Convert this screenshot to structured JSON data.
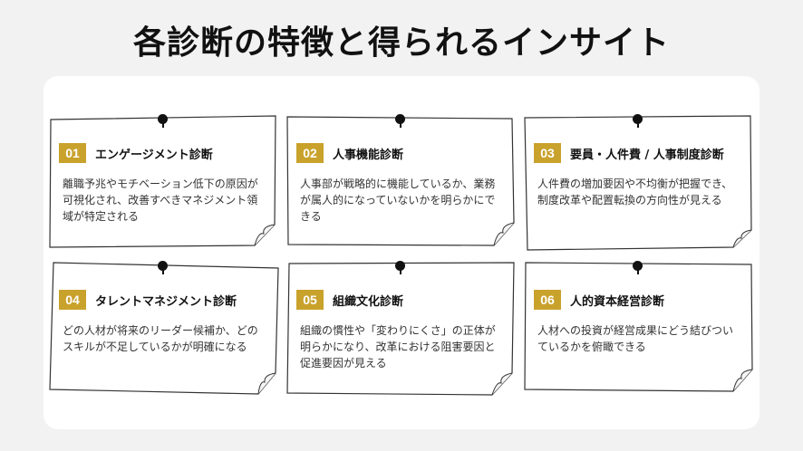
{
  "title": "各診断の特徴と得られるインサイト",
  "cards": [
    {
      "number": "01",
      "heading": "エンゲージメント診断",
      "text": "離職予兆やモチベーション低下の原因が可視化され、改善すべきマネジメント領域が特定される"
    },
    {
      "number": "02",
      "heading": "人事機能診断",
      "text": "人事部が戦略的に機能しているか、業務が属人的になっていないかを明らかにできる"
    },
    {
      "number": "03",
      "heading": "要員・人件費 / 人事制度診断",
      "text": "人件費の増加要因や不均衡が把握でき、制度改革や配置転換の方向性が見える"
    },
    {
      "number": "04",
      "heading": "タレントマネジメント診断",
      "text": "どの人材が将来のリーダー候補か、どのスキルが不足しているかが明確になる"
    },
    {
      "number": "05",
      "heading": "組織文化診断",
      "text": "組織の慣性や「変わりにくさ」の正体が明らかになり、改革における阻害要因と促進要因が見える"
    },
    {
      "number": "06",
      "heading": "人的資本経営診断",
      "text": "人材への投資が経営成果にどう結びついているかを俯瞰できる"
    }
  ],
  "colors": {
    "badge": "#c9a22c",
    "panel": "#ffffff",
    "background": "#f2f2f2"
  }
}
